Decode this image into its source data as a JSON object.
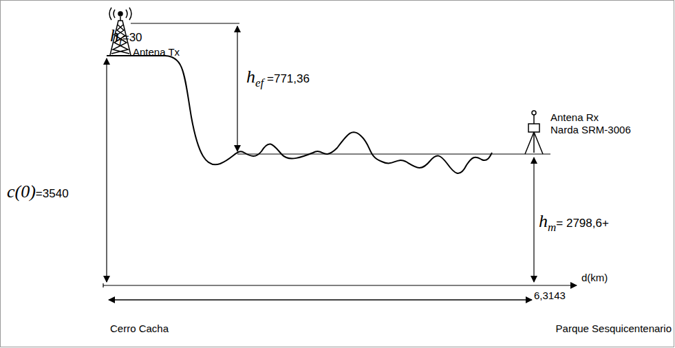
{
  "diagram": {
    "labels": [
      "ht=30",
      "Antena Tx",
      "hef =771,36",
      "Antena Rx",
      "Narda SRM-3006",
      "c(0)=3540",
      "hm= 2798,6+",
      "d(km)",
      "6,3143",
      "Cerro Cacha",
      "Parque Sesquicentenario"
    ]
  }
}
